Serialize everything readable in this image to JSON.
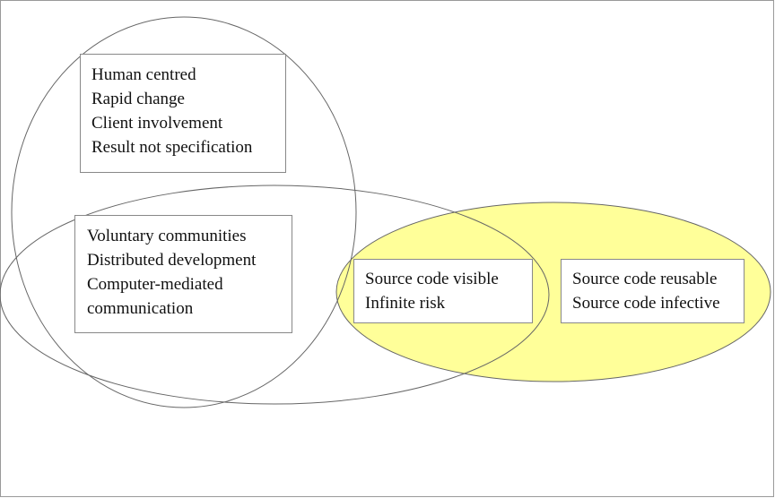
{
  "colors": {
    "yellow_fill": "#ffff99",
    "outline": "#666666",
    "background": "#ffffff"
  },
  "boxes": {
    "agile": {
      "lines": [
        "Human centred",
        "Rapid change",
        "Client involvement",
        "Result not specification"
      ]
    },
    "community": {
      "lines": [
        "Voluntary communities",
        "Distributed development",
        "Computer-mediated",
        "communication"
      ]
    },
    "visible": {
      "lines": [
        "Source code visible",
        "Infinite risk"
      ]
    },
    "reusable": {
      "lines": [
        "Source code reusable",
        "Source code infective"
      ]
    }
  }
}
